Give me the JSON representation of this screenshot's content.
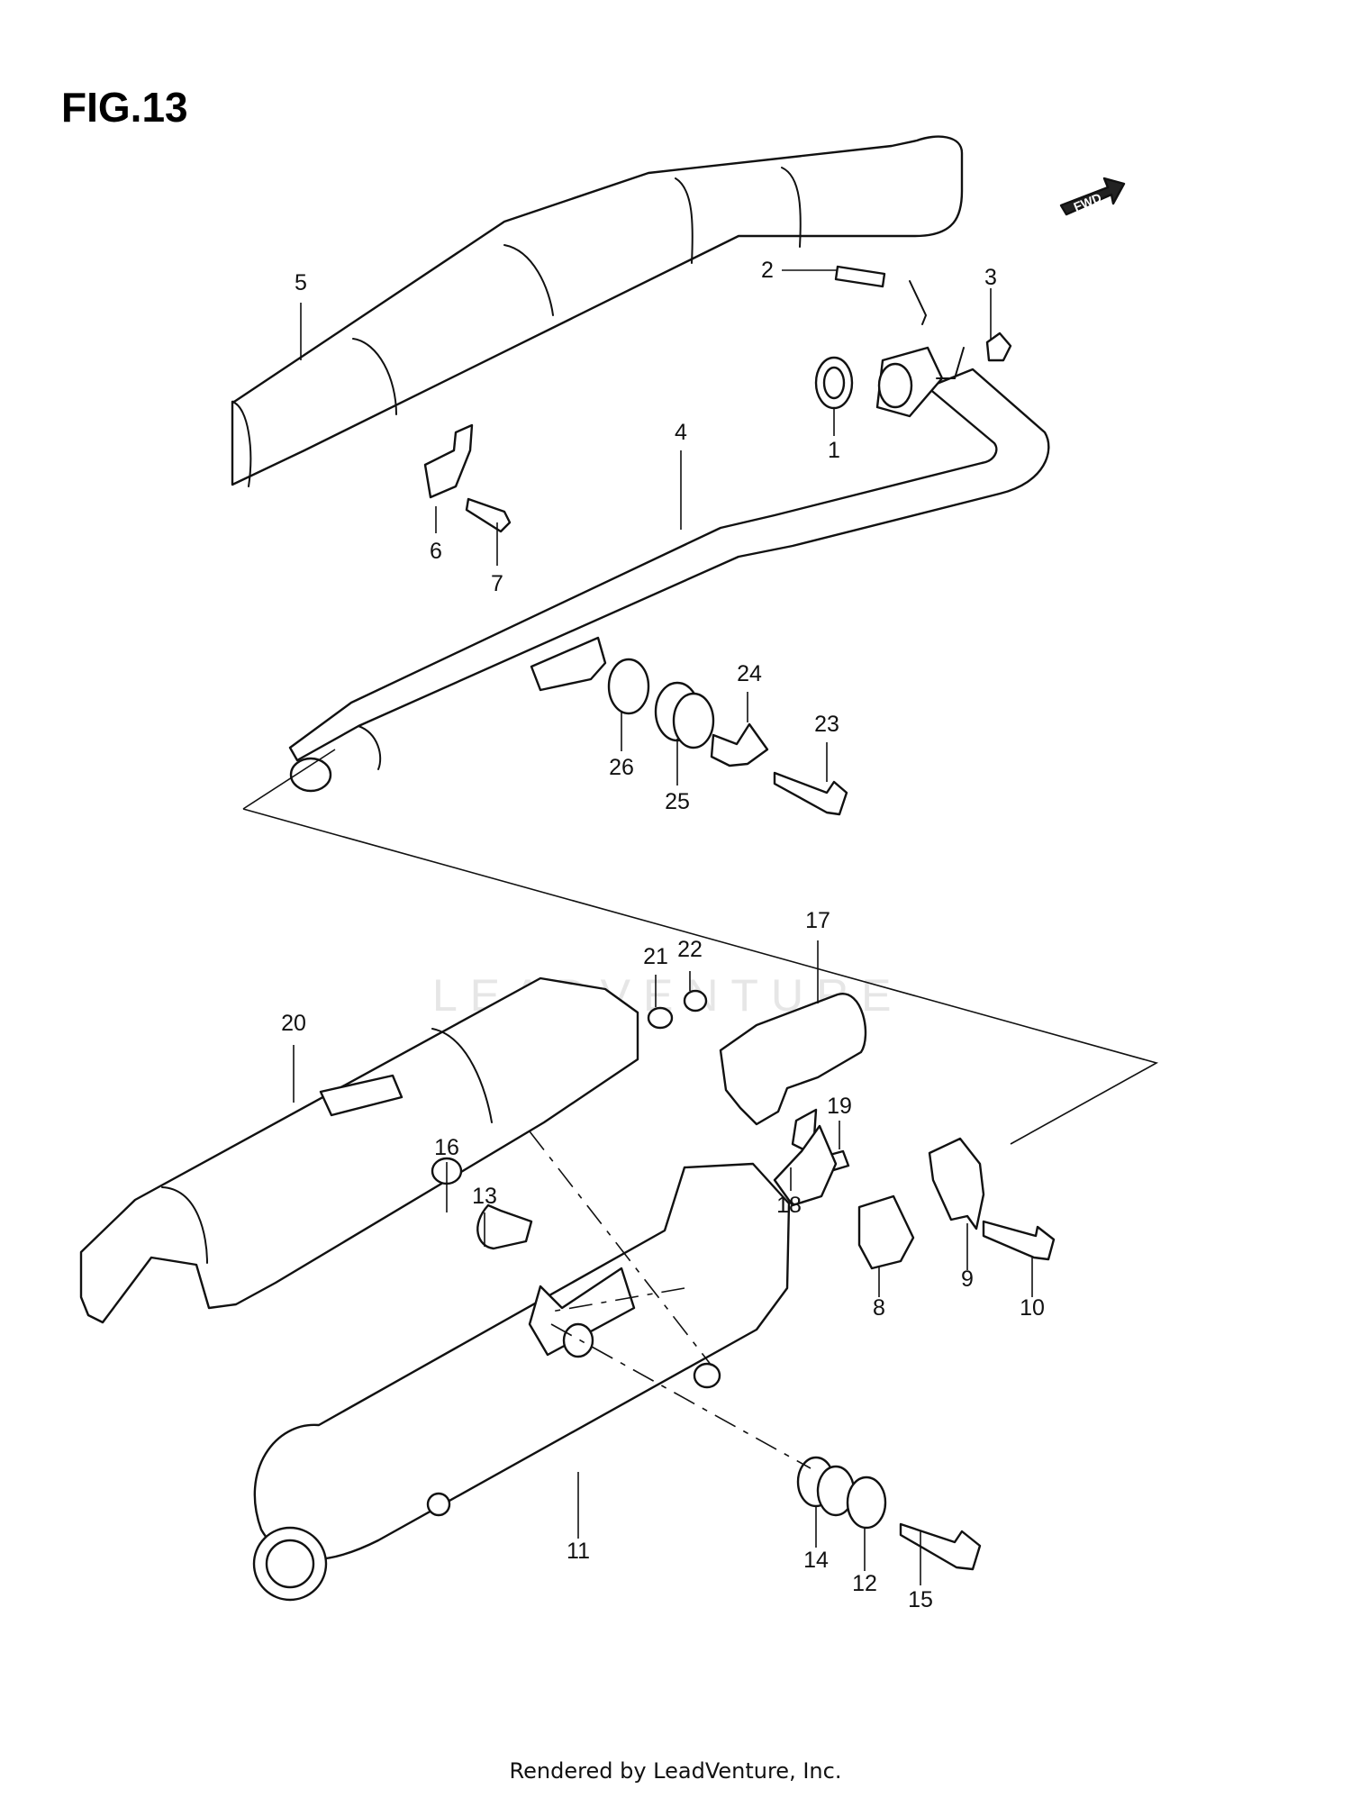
{
  "figure": {
    "title": "FIG.13"
  },
  "direction_arrow": {
    "label": "FWD"
  },
  "watermark": {
    "text": "LEADVENTURE"
  },
  "footer": {
    "text": "Rendered by LeadVenture, Inc."
  },
  "callouts": {
    "c1": "1",
    "c2": "2",
    "c3": "3",
    "c4": "4",
    "c5": "5",
    "c6": "6",
    "c7": "7",
    "c8": "8",
    "c9": "9",
    "c10": "10",
    "c11": "11",
    "c12": "12",
    "c13": "13",
    "c14": "14",
    "c15": "15",
    "c16": "16",
    "c17": "17",
    "c18": "18",
    "c19": "19",
    "c20": "20",
    "c21": "21",
    "c22": "22",
    "c23": "23",
    "c24": "24",
    "c25": "25",
    "c26": "26"
  }
}
